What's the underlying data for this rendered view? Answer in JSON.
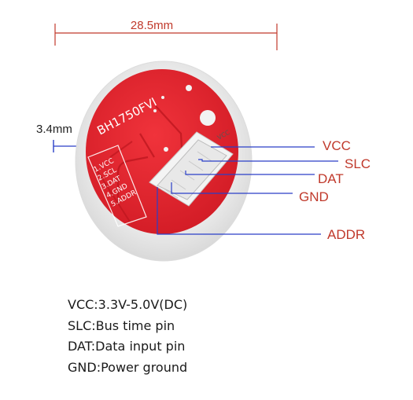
{
  "dimensions": {
    "width_label": "28.5mm",
    "thickness_label": "3.4mm"
  },
  "board": {
    "chip_label": "BH1750FVI",
    "silk_pins": [
      "1.VCC",
      "2.SCL",
      "3.DAT",
      "4.GND",
      "5.ADDR"
    ],
    "connector_label": "VCC"
  },
  "pin_labels": {
    "vcc": "VCC",
    "slc": "SLC",
    "dat": "DAT",
    "gnd": "GND",
    "addr": "ADDR"
  },
  "legend": [
    "VCC:3.3V-5.0V(DC)",
    "SLC:Bus time pin",
    "DAT:Data input pin",
    "GND:Power ground"
  ],
  "colors": {
    "dimension_red": "#c0392b",
    "leader_blue": "#2a3fc8",
    "pcb_red": "#e5252f"
  }
}
